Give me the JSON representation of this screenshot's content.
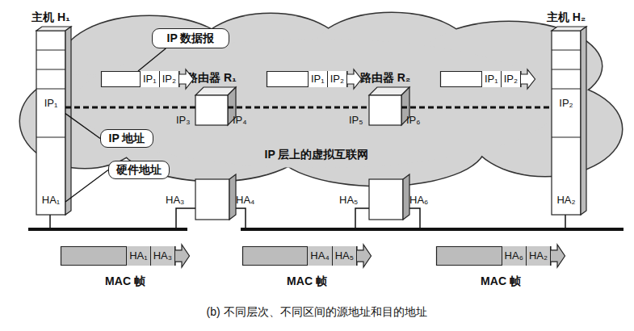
{
  "diagram": {
    "caption": "(b) 不同层次、不同区间的源地址和目的地址",
    "nodes": [
      {
        "text": [
          "主机 H₁",
          "IP₁",
          "HA₁"
        ]
      },
      {
        "text": [
          "IP 数据报"
        ]
      },
      {
        "text": [
          "路由器 R₁"
        ]
      },
      {
        "text": [
          "路由器 R₂"
        ]
      },
      {
        "text": [
          "主机 H₂",
          "IP₂",
          "HA₂"
        ]
      },
      {
        "text": [
          "IP₁",
          "IP₂"
        ]
      },
      {
        "text": [
          "IP₁",
          "IP₂"
        ]
      },
      {
        "text": [
          "IP₁",
          "IP₂"
        ]
      },
      {
        "text": [
          "IP 地址"
        ]
      },
      {
        "text": [
          "硬件地址"
        ]
      },
      {
        "text": [
          "HA₁",
          "HA₃"
        ]
      },
      {
        "text": [
          "HA₄",
          "HA₅"
        ]
      },
      {
        "text": [
          "HA₆",
          "HA₂"
        ]
      }
    ],
    "edges": [
      {
        "from": 0,
        "to": 2,
        "arrow": "none"
      },
      {
        "from": 2,
        "to": 3,
        "arrow": "none"
      },
      {
        "from": 3,
        "to": 4,
        "arrow": "none"
      },
      {
        "from": 1,
        "to": 5,
        "arrow": "none"
      },
      {
        "from": 8,
        "to": 0,
        "arrow": "none"
      },
      {
        "from": 9,
        "to": 0,
        "arrow": "none"
      }
    ],
    "labels": [
      "IP₃",
      "IP₄",
      "IP₅",
      "IP₆",
      "IP 层上的虚拟互联网",
      "HA₃",
      "HA₄",
      "HA₅",
      "HA₆",
      "MAC 帧",
      "MAC 帧",
      "MAC 帧"
    ]
  }
}
